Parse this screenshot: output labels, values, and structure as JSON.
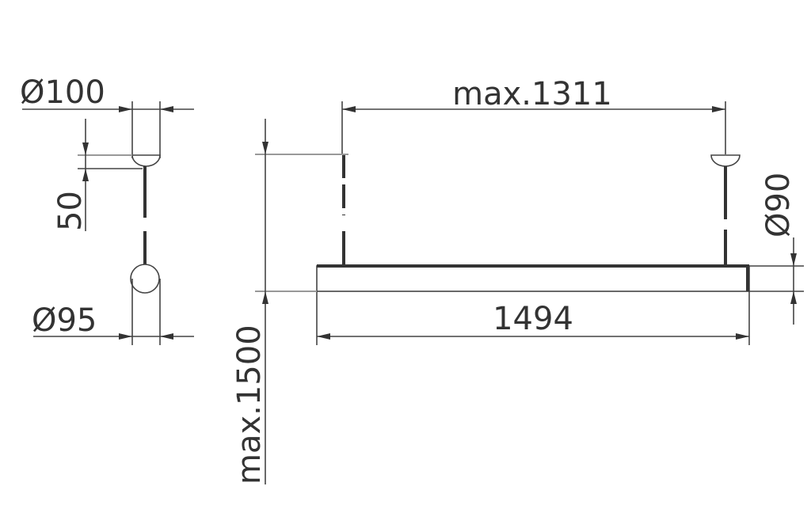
{
  "title": "Pendant luminaire dimension drawing",
  "dimensions": {
    "canopy_diameter": "Ø100",
    "canopy_height": "50",
    "ball_diameter": "Ø95",
    "max_cable_spacing": "max.1311",
    "length": "1494",
    "profile_diameter": "Ø90",
    "max_suspension_height": "max.1500"
  }
}
